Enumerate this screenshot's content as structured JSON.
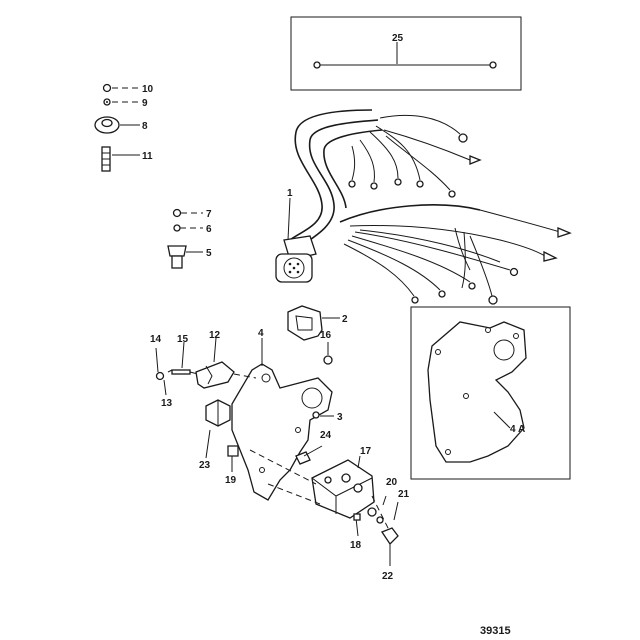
{
  "callouts": {
    "c1": "1",
    "c2": "2",
    "c3": "3",
    "c4": "4",
    "c4a": "4 A",
    "c5": "5",
    "c6": "6",
    "c7": "7",
    "c8": "8",
    "c9": "9",
    "c10": "10",
    "c11": "11",
    "c12": "12",
    "c13": "13",
    "c14": "14",
    "c15": "15",
    "c16": "16",
    "c17": "17",
    "c18": "18",
    "c19": "19",
    "c20": "20",
    "c21": "21",
    "c22": "22",
    "c23": "23",
    "c24": "24",
    "c25": "25"
  },
  "figure_number": "39315"
}
